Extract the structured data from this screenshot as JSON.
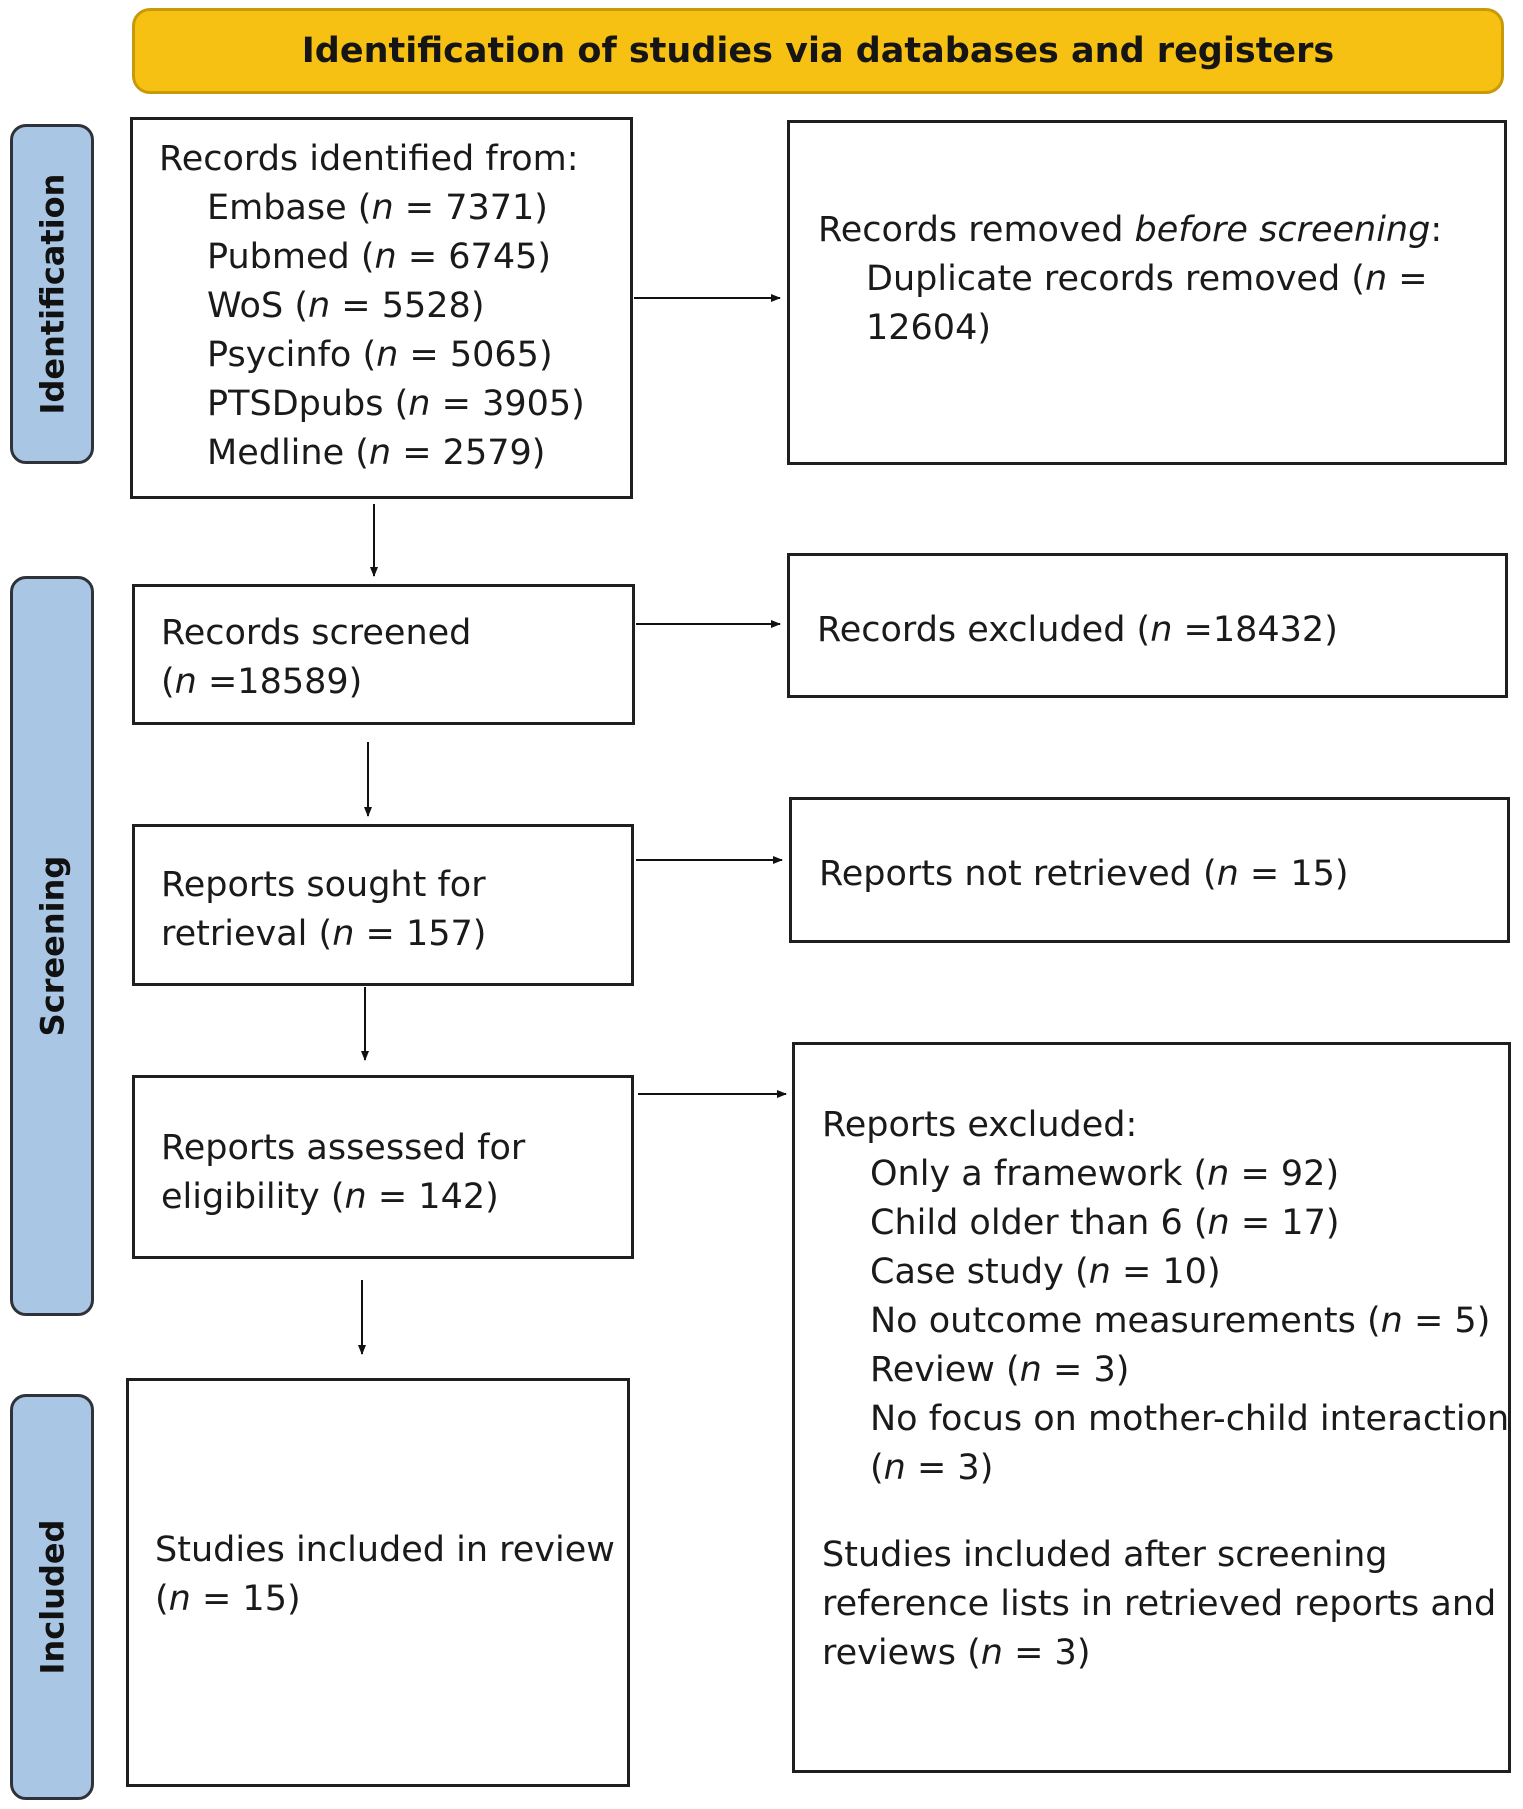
{
  "banner": "Identification of studies via databases and registers",
  "phases": {
    "identification": "Identification",
    "screening": "Screening",
    "included": "Included"
  },
  "identified": {
    "title": "Records identified from:",
    "sources": [
      {
        "name": "Embase",
        "n": "7371"
      },
      {
        "name": "Pubmed",
        "n": "6745"
      },
      {
        "name": "WoS",
        "n": "5528"
      },
      {
        "name": "Psycinfo",
        "n": "5065"
      },
      {
        "name": "PTSDpubs",
        "n": "3905"
      },
      {
        "name": "Medline",
        "n": "2579"
      }
    ]
  },
  "removed": {
    "title_pre": "Records removed ",
    "title_em": "before screening",
    "title_post": ":",
    "line1_pre": "Duplicate records removed (",
    "line1_post": " =",
    "line2": "12604)"
  },
  "screened": {
    "line1": "Records screened",
    "n": "18589"
  },
  "excluded": {
    "label": "Records excluded (",
    "n": "18432"
  },
  "sought": {
    "line1": "Reports sought for",
    "line2": "retrieval (",
    "n": "157"
  },
  "not_retrieved": {
    "label": "Reports not retrieved (",
    "n": "15"
  },
  "assessed": {
    "line1": "Reports assessed for",
    "line2": "eligibility (",
    "n": "142"
  },
  "reports_excluded": {
    "title": "Reports excluded:",
    "reasons": [
      {
        "label": "Only a framework",
        "n": "92"
      },
      {
        "label": "Child older than 6",
        "n": "17"
      },
      {
        "label": "Case study",
        "n": "10"
      },
      {
        "label": "No outcome measurements",
        "n": "5"
      },
      {
        "label": "Review",
        "n": "3"
      }
    ],
    "last_reason": "No focus on mother-child interaction",
    "last_n": "3",
    "after_line1": "Studies included after screening",
    "after_line2": "reference lists in retrieved reports and",
    "after_line3": "reviews (",
    "after_n": "3"
  },
  "included": {
    "line1": "Studies included in review",
    "n": "15"
  },
  "symbols": {
    "n": "n",
    "eq": " = ",
    "eq_tight": " =",
    "open": "(",
    "close": ")"
  }
}
